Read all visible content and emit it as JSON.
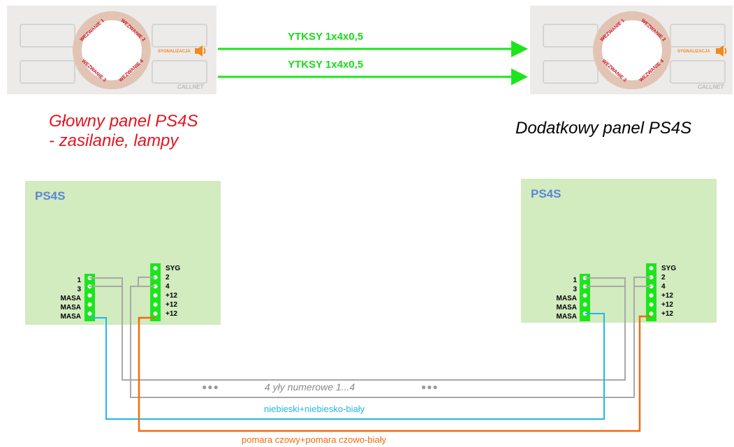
{
  "cables": [
    {
      "label": "YTKSY 1x4x0,5"
    },
    {
      "label": "YTKSY 1x4x0,5"
    }
  ],
  "panels": {
    "main": {
      "ring_labels": [
        "WEZWANIE 1",
        "WEZWANIE 2",
        "WEZWANIE 3",
        "WEZWANIE 4"
      ],
      "signal_label": "SYGNALIZACJA",
      "brand": "CALLNET",
      "caption_line1": "Głowny panel PS4S",
      "caption_line2": "- zasilanie, lampy",
      "caption_color": "#e3141e"
    },
    "extra": {
      "ring_labels": [
        "WEZWANIE 1",
        "WEZWANIE 2",
        "WEZWANIE 3",
        "WEZWANIE 4"
      ],
      "signal_label": "SYGNALIZACJA",
      "brand": "CALLNET",
      "caption": "Dodatkowy panel PS4S",
      "caption_color": "#000000"
    }
  },
  "boards": {
    "left": {
      "title": "PS4S",
      "left_terminals": [
        "1",
        "3",
        "MASA",
        "MASA",
        "MASA"
      ],
      "right_terminals": [
        "SYG",
        "2",
        "4",
        "+12",
        "+12",
        "+12"
      ]
    },
    "right": {
      "title": "PS4S",
      "left_terminals": [
        "1",
        "3",
        "MASA",
        "MASA",
        "MASA"
      ],
      "right_terminals": [
        "SYG",
        "2",
        "4",
        "+12",
        "+12",
        "+12"
      ]
    }
  },
  "wires": {
    "numeric_label": "4  yły numerowe 1...4",
    "dots": "●●●",
    "blue_label": "niebieski+niebiesko-biały",
    "orange_label": "pomara  czowy+pomara  czowo-biały"
  },
  "colors": {
    "cable_green": "#1be61b",
    "wire_gray": "#a8a8a8",
    "wire_blue": "#1fb8e8",
    "wire_orange": "#f26a10",
    "board_bg": "#d2ebbf",
    "title_blue": "#5b85d9"
  }
}
